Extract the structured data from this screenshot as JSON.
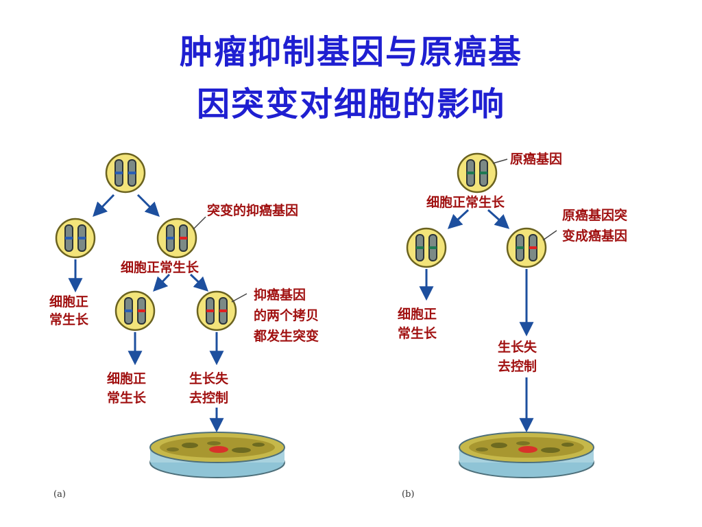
{
  "title_line1": "肿瘤抑制基因与原癌基",
  "title_line2": "因突变对细胞的影响",
  "panel_a": {
    "tag": "(a)",
    "mutated_suppressor": "突变的抑癌基因",
    "normal_growth_mid": "细胞正常生长",
    "normal_left": [
      "细胞正",
      "常生长"
    ],
    "both_copies_mutated": [
      "抑癌基因",
      "的两个拷贝",
      "都发生突变"
    ],
    "normal_bottom": [
      "细胞正",
      "常生长"
    ],
    "loss_of_control": [
      "生长失",
      "去控制"
    ]
  },
  "panel_b": {
    "tag": "(b)",
    "proto_oncogene": "原癌基因",
    "normal_growth_top": "细胞正常生长",
    "mutated_to_oncogene": [
      "原癌基因突",
      "变成癌基因"
    ],
    "normal_left": [
      "细胞正",
      "常生长"
    ],
    "loss_of_control": [
      "生长失",
      "去控制"
    ]
  },
  "colors": {
    "title": "#1f1fd1",
    "label": "#a01010",
    "cell_fill": "#f3e47a",
    "arrow": "#1d4f9e",
    "mutation": "#e02020"
  }
}
